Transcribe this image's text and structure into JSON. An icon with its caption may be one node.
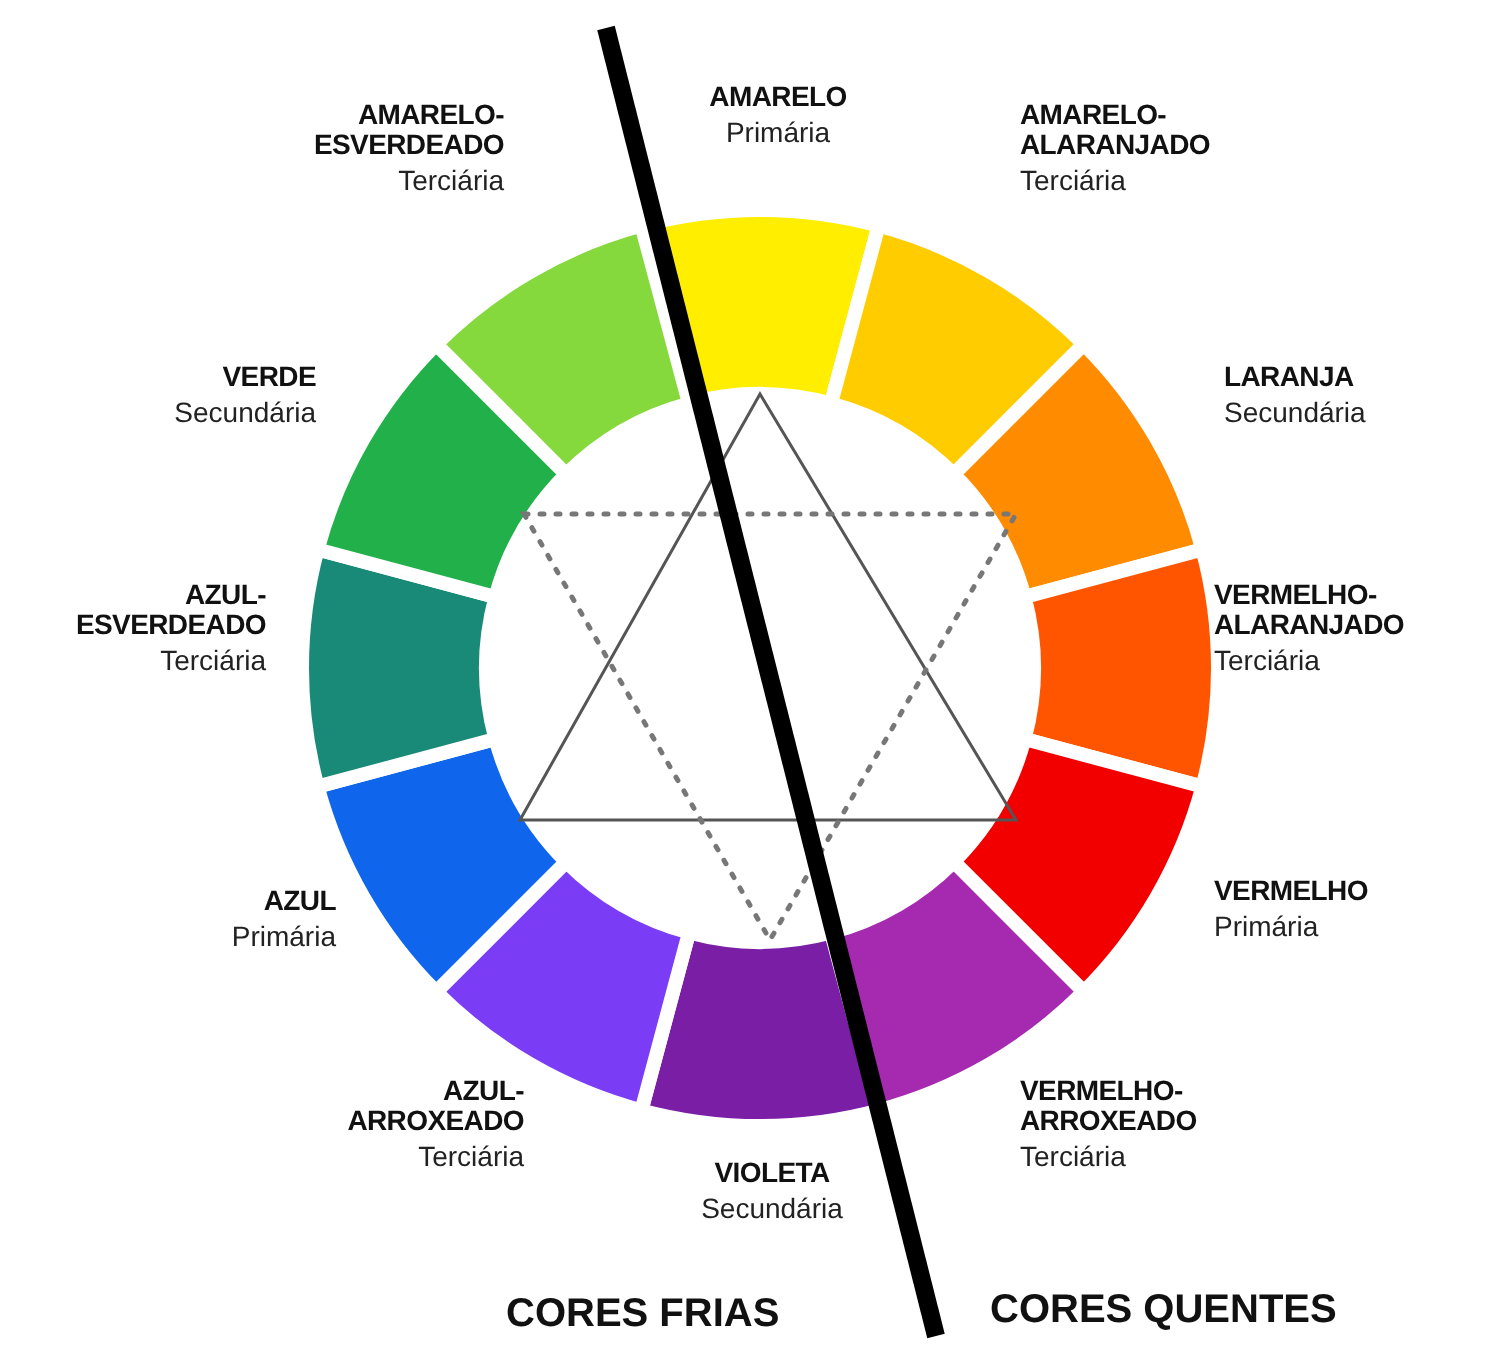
{
  "diagram": {
    "labels": [
      "AMARELO",
      "Primária",
      "AMARELO-ALARANJADO",
      "Terciária",
      "LARANJA",
      "Secundária",
      "VERMELHO-ALARANJADO",
      "Terciária",
      "VERMELHO",
      "Primária",
      "VERMELHO-ARROXEADO",
      "Terciária",
      "VIOLETA",
      "Secundária",
      "AZUL-ARROXEADO",
      "Terciária",
      "AZUL",
      "Primária",
      "AZUL-ESVERDEADO",
      "Terciária",
      "VERDE",
      "Secundária",
      "AMARELO-ESVERDEADO",
      "Terciária",
      "CORES FRIAS",
      "CORES QUENTES"
    ]
  }
}
